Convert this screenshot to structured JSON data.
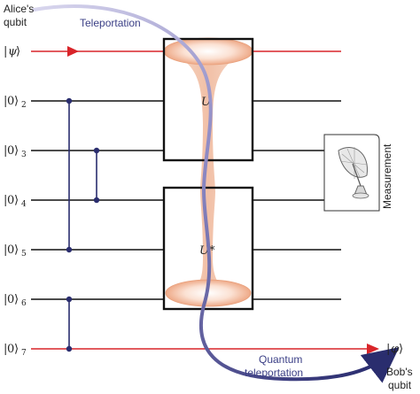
{
  "alice_label": [
    "Alice's",
    "qubit"
  ],
  "bob_label": [
    "Bob's",
    "qubit"
  ],
  "teleportation_label": "Teleportation",
  "quantum_teleportation_label": [
    "Quantum",
    "teleportation"
  ],
  "measurement_label": "Measurement",
  "gates": {
    "top": "U",
    "bottom": "U*"
  },
  "qubits": [
    {
      "ket": "ψ",
      "sub": "",
      "accent": true
    },
    {
      "ket": "0",
      "sub": "2",
      "accent": false
    },
    {
      "ket": "0",
      "sub": "3",
      "accent": false
    },
    {
      "ket": "0",
      "sub": "4",
      "accent": false
    },
    {
      "ket": "0",
      "sub": "5",
      "accent": false
    },
    {
      "ket": "0",
      "sub": "6",
      "accent": false
    },
    {
      "ket": "0",
      "sub": "7",
      "accent": true
    }
  ],
  "output_ket": "φ",
  "colors": {
    "accent_line": "#d9252a",
    "circuit_line": "#111111",
    "path_light": "#b9b6dd",
    "path_dark": "#2a2d6e",
    "wormhole": "#f3c7ae"
  }
}
